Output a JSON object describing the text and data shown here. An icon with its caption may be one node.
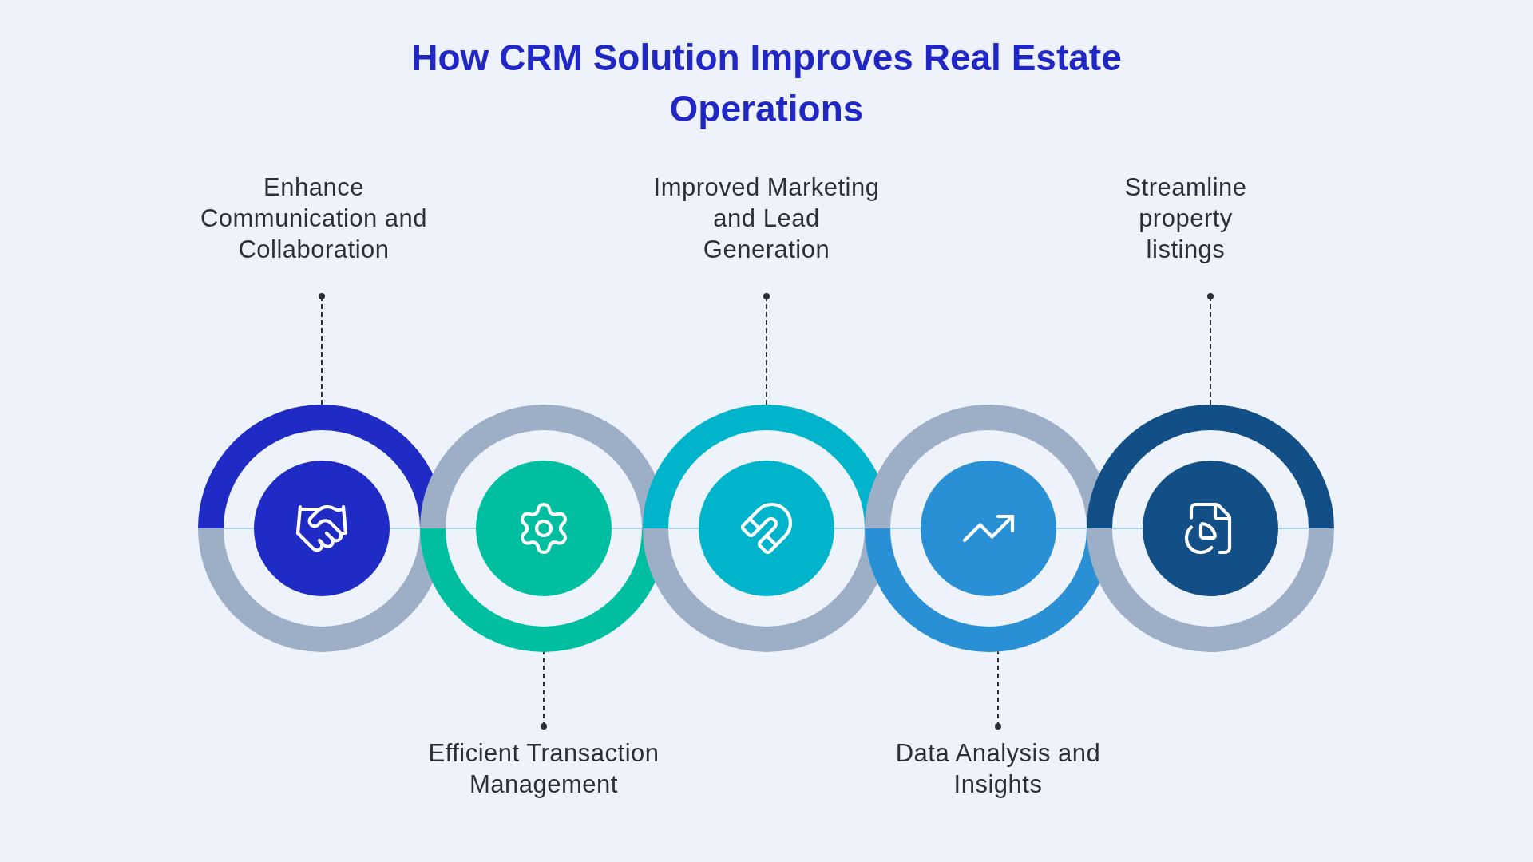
{
  "diagram": {
    "title": "How CRM Solution Improves Real Estate Operations",
    "nodes": [
      {
        "text": [
          "Enhance Communication and Collaboration"
        ]
      },
      {
        "text": [
          "Improved Marketing and Lead Generation"
        ]
      },
      {
        "text": [
          "Streamline property listings"
        ]
      },
      {
        "text": [],
        "shape": "circle"
      },
      {
        "text": [],
        "shape": "circle"
      },
      {
        "text": [],
        "shape": "circle"
      },
      {
        "text": [],
        "shape": "circle"
      },
      {
        "text": [],
        "shape": "circle"
      },
      {
        "text": [
          "Efficient Transaction Management"
        ]
      },
      {
        "text": [
          "Data Analysis and Insights"
        ]
      }
    ],
    "edges": [
      {
        "from": 0,
        "to": 3,
        "arrow": "other",
        "style": "dashed"
      },
      {
        "from": 8,
        "to": 4,
        "arrow": "other",
        "style": "dashed"
      },
      {
        "from": 1,
        "to": 5,
        "arrow": "other",
        "style": "dashed"
      },
      {
        "from": 9,
        "to": 6,
        "arrow": "other",
        "style": "dashed"
      },
      {
        "from": 2,
        "to": 7,
        "arrow": "other",
        "style": "dashed"
      }
    ]
  }
}
